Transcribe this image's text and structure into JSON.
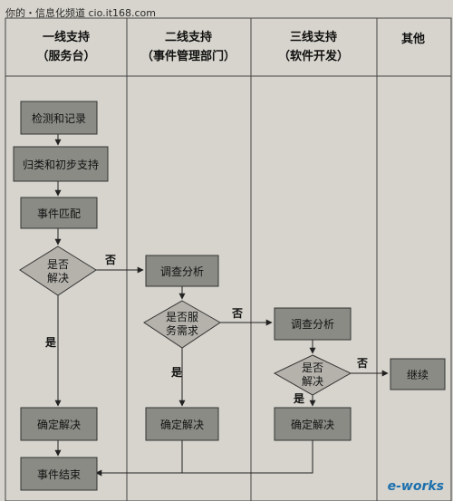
{
  "watermark": "你的・信息化频道 cio.it168.com",
  "logo": "e-works",
  "lanes": [
    {
      "title": "一线支持",
      "subtitle": "（服务台）"
    },
    {
      "title": "二线支持",
      "subtitle": "（事件管理部门）"
    },
    {
      "title": "三线支持",
      "subtitle": "（软件开发）"
    },
    {
      "title": "其他",
      "subtitle": ""
    }
  ],
  "steps": {
    "detect": "检测和记录",
    "classify": "归类和初步支持",
    "match": "事件匹配",
    "resolved1": [
      "是否",
      "解决"
    ],
    "analyze2": "调查分析",
    "service_request": [
      "是否服",
      "务需求"
    ],
    "analyze3": "调查分析",
    "resolved3": [
      "是否",
      "解决"
    ],
    "continue": "继续",
    "confirm1": "确定解决",
    "confirm2": "确定解决",
    "confirm3": "确定解决",
    "close": "事件结束"
  },
  "edge_labels": {
    "no1": "否",
    "yes1": "是",
    "no2": "否",
    "yes2": "是",
    "no3": "否",
    "yes3": "是"
  }
}
